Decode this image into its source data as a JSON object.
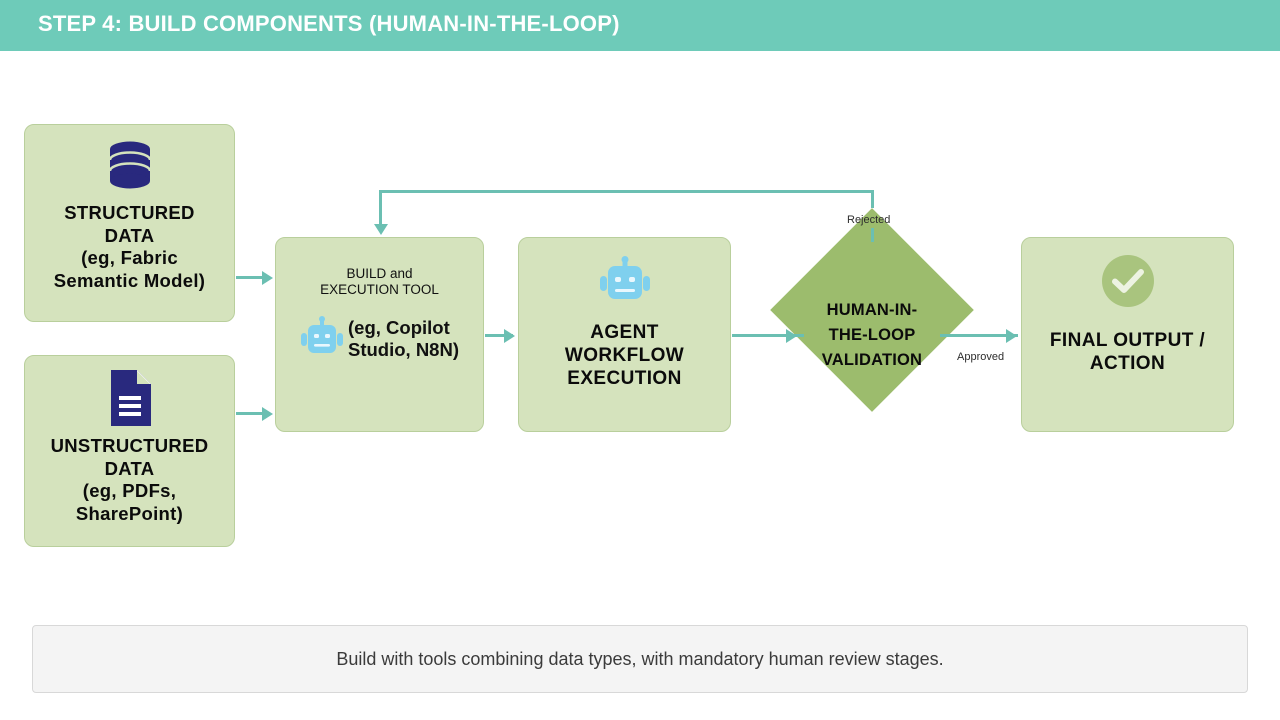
{
  "header": {
    "title": "STEP 4: BUILD COMPONENTS (HUMAN-IN-THE-LOOP)",
    "band_color": "#6ecbb9",
    "title_color": "#ffffff"
  },
  "theme": {
    "box_fill": "#d5e3bd",
    "box_border": "#b9cf9c",
    "diamond_fill": "#9cbc6d",
    "connector_color": "#6bbfb2",
    "icon_navy": "#29297e",
    "icon_blue": "#7fd0ee",
    "check_green": "#a9c47e",
    "caption_bg": "#f4f4f4"
  },
  "nodes": {
    "structured_data": {
      "icon": "database-icon",
      "label": "STRUCTURED\nDATA\n(eg, Fabric\nSemantic Model)"
    },
    "unstructured_data": {
      "icon": "document-icon",
      "label": "UNSTRUCTURED\nDATA\n(eg, PDFs,\nSharePoint)"
    },
    "build_tool": {
      "title": "BUILD and\nEXECUTION TOOL",
      "icon": "robot-icon",
      "example": "(eg, Copilot\nStudio, N8N)"
    },
    "agent_workflow": {
      "icon": "robot-icon",
      "label": "AGENT\nWORKFLOW\nEXECUTION"
    },
    "validation": {
      "label": "HUMAN-IN-\nTHE-LOOP\nVALIDATION"
    },
    "final_output": {
      "icon": "check-circle-icon",
      "label": "FINAL OUTPUT /\nACTION"
    }
  },
  "edges": {
    "rejected_label": "Rejected",
    "approved_label": "Approved"
  },
  "caption": {
    "text": "Build with tools combining data types, with mandatory human review stages."
  }
}
